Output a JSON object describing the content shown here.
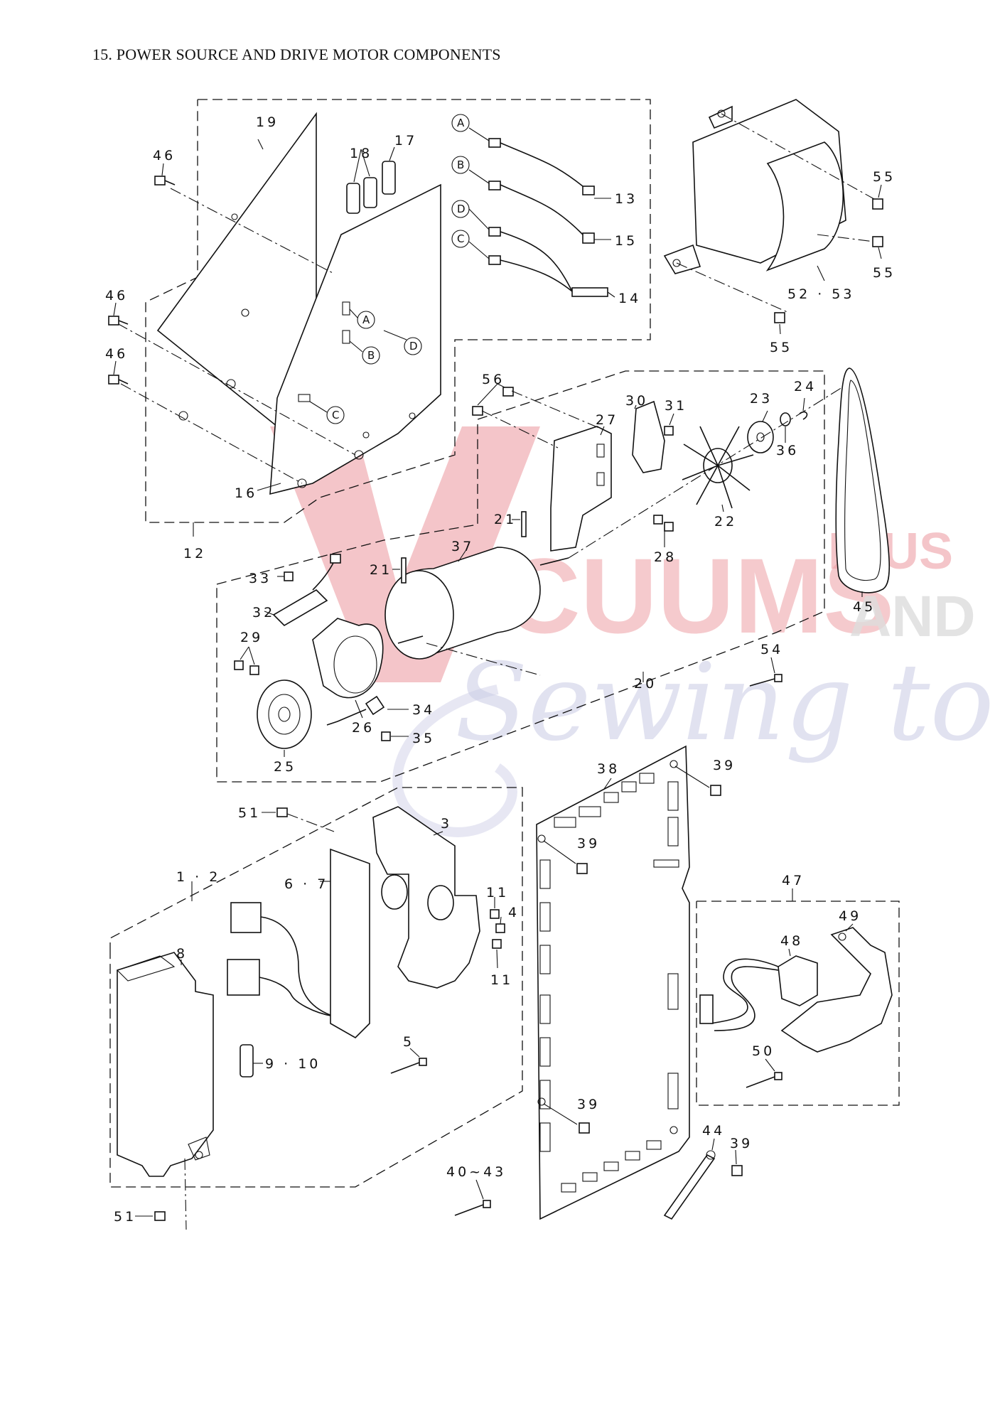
{
  "title": "15. POWER SOURCE AND DRIVE MOTOR COMPONENTS",
  "watermark": {
    "main": "ACUUMS",
    "suffix": "R-US",
    "and": "AND",
    "script": "Sewing too",
    "color_red": "#e0525c",
    "color_blue": "#9ea0cf",
    "color_grey": "#c0c0c0"
  },
  "callouts": {
    "c_1_2": "1 · 2",
    "c_3": "3",
    "c_4": "4",
    "c_5": "5",
    "c_6_7": "6 · 7",
    "c_8": "8",
    "c_9_10": "9 · 10",
    "c_11a": "11",
    "c_11b": "11",
    "c_12": "12",
    "c_13": "13",
    "c_14": "14",
    "c_15": "15",
    "c_16": "16",
    "c_17": "17",
    "c_18": "18",
    "c_19": "19",
    "c_20": "20",
    "c_21a": "21",
    "c_21b": "21",
    "c_22": "22",
    "c_23": "23",
    "c_24": "24",
    "c_25": "25",
    "c_26": "26",
    "c_27": "27",
    "c_28": "28",
    "c_29": "29",
    "c_30": "30",
    "c_31": "31",
    "c_32": "32",
    "c_33": "33",
    "c_34": "34",
    "c_35": "35",
    "c_36": "36",
    "c_37": "37",
    "c_38": "38",
    "c_39a": "39",
    "c_39b": "39",
    "c_39c": "39",
    "c_39d": "39",
    "c_40_43": "40~43",
    "c_44": "44",
    "c_45": "45",
    "c_46a": "46",
    "c_46b": "46",
    "c_46c": "46",
    "c_47": "47",
    "c_48": "48",
    "c_49": "49",
    "c_50": "50",
    "c_51a": "51",
    "c_51b": "51",
    "c_52_53": "52 · 53",
    "c_54": "54",
    "c_55a": "55",
    "c_55b": "55",
    "c_55c": "55",
    "c_56": "56"
  },
  "connector_markers": {
    "A1": "A",
    "B1": "B",
    "C1": "C",
    "D1": "D",
    "A2": "A",
    "B2": "B",
    "C2": "C",
    "D2": "D"
  }
}
